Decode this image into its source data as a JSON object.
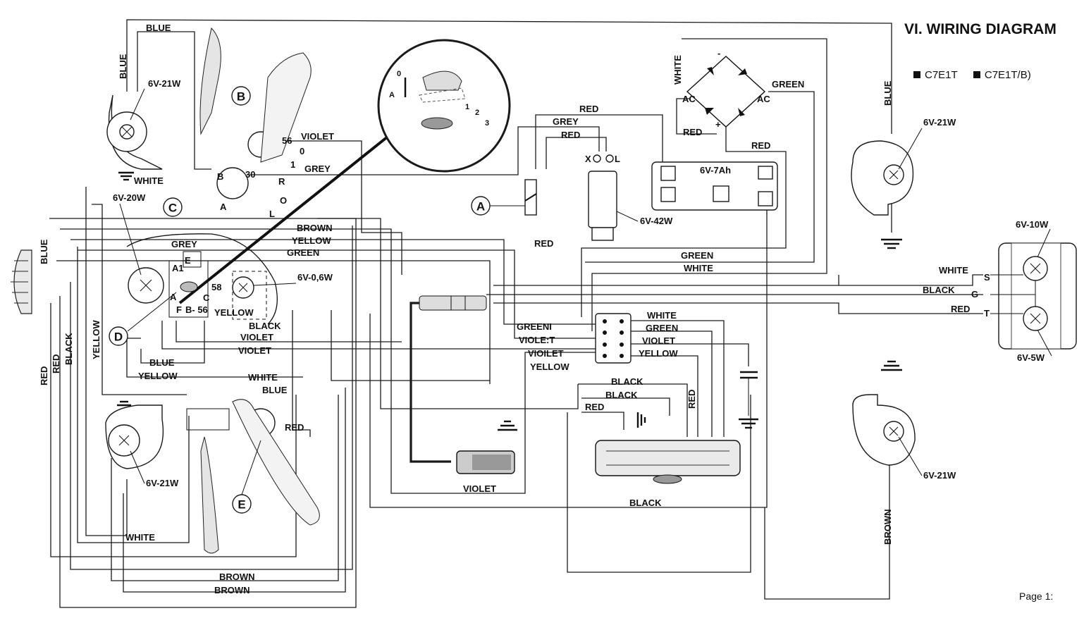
{
  "title": "VI. WIRING DIAGRAM",
  "legend": [
    {
      "code": "C7E1T"
    },
    {
      "code": "C7E1T/B)"
    }
  ],
  "page": "Page 1:",
  "wire_labels": {
    "blue": "BLUE",
    "white": "WHITE",
    "grey": "GREY",
    "violet": "VIOLET",
    "brown": "BROWN",
    "yellow": "YELLOW",
    "green": "GREEN",
    "red": "RED",
    "black": "BLACK",
    "green_i": "GREENI",
    "violet_t": "VIOLE:T",
    "violet_i": "VIOILET"
  },
  "components": {
    "lamp_21w": "6V-21W",
    "lamp_20w": "6V-20W",
    "lamp_06w": "6V-0,6W",
    "lamp_10w": "6V-10W",
    "lamp_5w": "6V-5W",
    "battery": "6V-7Ah",
    "horn": "6V-42W"
  },
  "callouts": [
    "A",
    "B",
    "C",
    "D",
    "E"
  ],
  "terminals": {
    "t56": "56",
    "t0": "0",
    "t1": "1",
    "t30": "30",
    "tR": "R",
    "tO": "O",
    "tL": "L",
    "tA": "A",
    "tB": "B",
    "tA1": "A1",
    "tE": "E",
    "t58": "58",
    "tC": "C",
    "tF": "F",
    "tBminus56": "B- 56",
    "tX": "X",
    "tL2": "L",
    "tAC": "AC",
    "tPlus": "+",
    "tMinus": "-",
    "tS": "S",
    "tG": "G",
    "tT": "T",
    "inset_0": "0",
    "inset_A": "A",
    "inset_1": "1",
    "inset_2": "2",
    "inset_3": "3"
  }
}
